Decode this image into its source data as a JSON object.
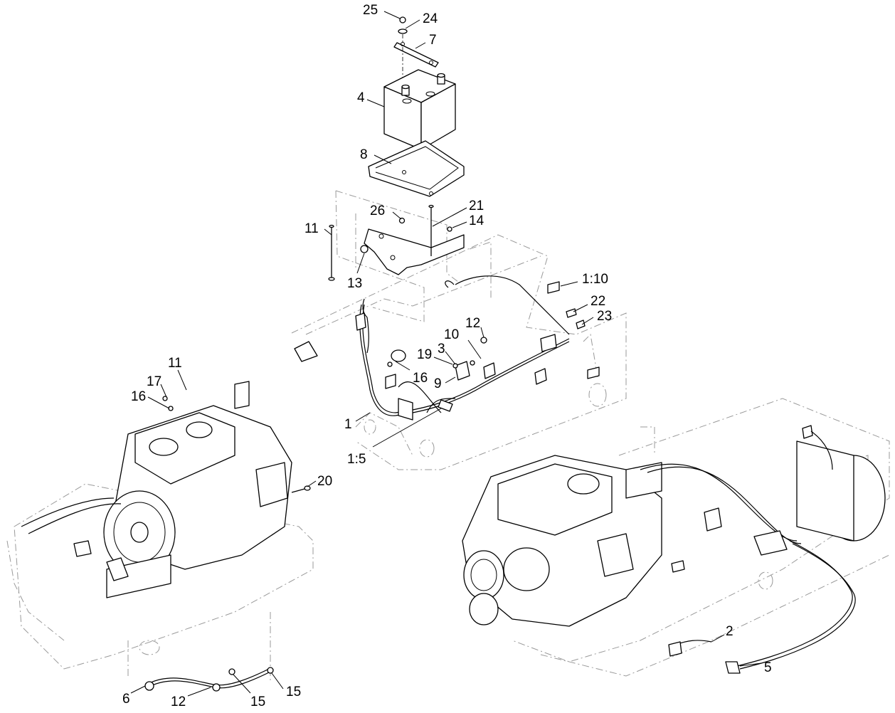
{
  "diagram": {
    "callouts": [
      {
        "id": "c-25",
        "text": "25"
      },
      {
        "id": "c-24",
        "text": "24"
      },
      {
        "id": "c-7",
        "text": "7"
      },
      {
        "id": "c-4",
        "text": "4"
      },
      {
        "id": "c-8",
        "text": "8"
      },
      {
        "id": "c-26",
        "text": "26"
      },
      {
        "id": "c-21",
        "text": "21"
      },
      {
        "id": "c-14",
        "text": "14"
      },
      {
        "id": "c-11a",
        "text": "11"
      },
      {
        "id": "c-13",
        "text": "13"
      },
      {
        "id": "c-1-10",
        "text": "1:10"
      },
      {
        "id": "c-22",
        "text": "22"
      },
      {
        "id": "c-23",
        "text": "23"
      },
      {
        "id": "c-12a",
        "text": "12"
      },
      {
        "id": "c-10",
        "text": "10"
      },
      {
        "id": "c-3",
        "text": "3"
      },
      {
        "id": "c-19",
        "text": "19"
      },
      {
        "id": "c-16a",
        "text": "16"
      },
      {
        "id": "c-9",
        "text": "9"
      },
      {
        "id": "c-1",
        "text": "1"
      },
      {
        "id": "c-1-5",
        "text": "1:5"
      },
      {
        "id": "c-11b",
        "text": "11"
      },
      {
        "id": "c-17",
        "text": "17"
      },
      {
        "id": "c-16b",
        "text": "16"
      },
      {
        "id": "c-20",
        "text": "20"
      },
      {
        "id": "c-6",
        "text": "6"
      },
      {
        "id": "c-12b",
        "text": "12"
      },
      {
        "id": "c-15a",
        "text": "15"
      },
      {
        "id": "c-15b",
        "text": "15"
      },
      {
        "id": "c-2",
        "text": "2"
      },
      {
        "id": "c-5",
        "text": "5"
      }
    ]
  }
}
